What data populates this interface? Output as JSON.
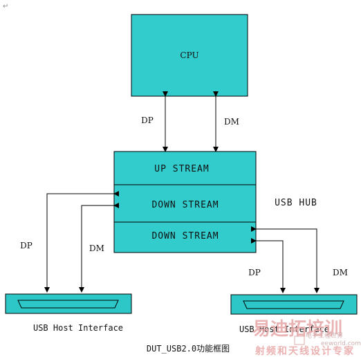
{
  "colors": {
    "box_fill": "#33cccc",
    "stroke": "#000000",
    "connector_fill": "#2ec7c7",
    "watermark": "#e6a6a6"
  },
  "diagram": {
    "cpu_label": "CPU",
    "up_stream_label": "UP STREAM",
    "down_stream_1_label": "DOWN STREAM",
    "down_stream_2_label": "DOWN STREAM",
    "hub_label": "USB HUB",
    "dp_top": "DP",
    "dm_top": "DM",
    "dp_left": "DP",
    "dm_left": "DM",
    "dp_right": "DP",
    "dm_right": "DM",
    "host_left_label": "USB Host Interface",
    "host_right_label": "USB Host Interface",
    "caption": "DUT_USB2.0功能框图",
    "para_mark": "↵"
  },
  "watermark": {
    "line1": "易迪拓培训",
    "line2": "射频和天线设计专家",
    "line3": "eeworld.com.cn",
    "logo_text": "电子工程世界"
  }
}
